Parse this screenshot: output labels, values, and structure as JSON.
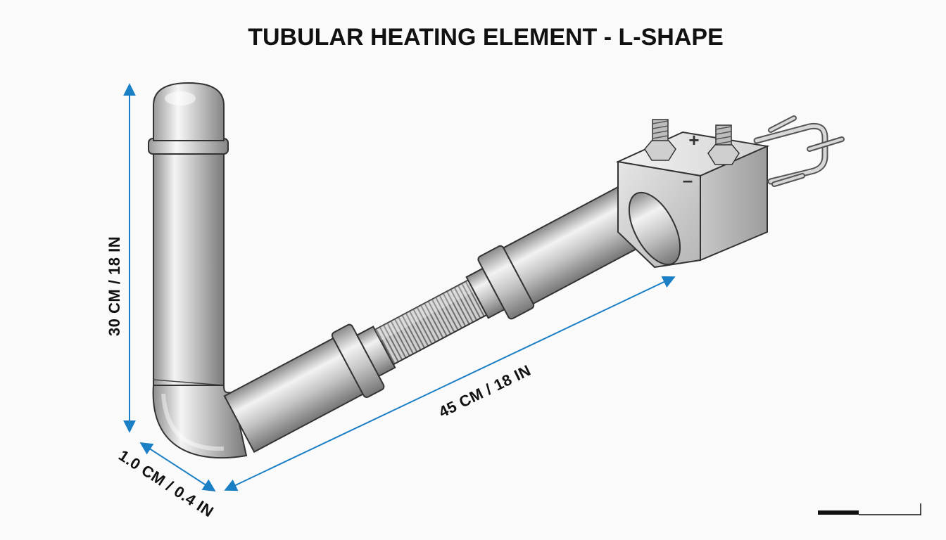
{
  "title": "TUBULAR HEATING ELEMENT - L-SHAPE",
  "dimensions": {
    "vertical_length": "30 CM / 18 IN",
    "horizontal_length": "45 CM / 18 IN",
    "diameter": "1.0 CM / 0.4 IN"
  },
  "terminals": {
    "positive": "+",
    "negative": "–"
  },
  "colors": {
    "dimension_line": "#1a7fc4",
    "metal_outline": "#333333",
    "background": "#fafafa"
  },
  "icons": {
    "terminal_post": "threaded-bolt-with-hex-nut",
    "dimension_arrow": "double-headed-arrow"
  }
}
